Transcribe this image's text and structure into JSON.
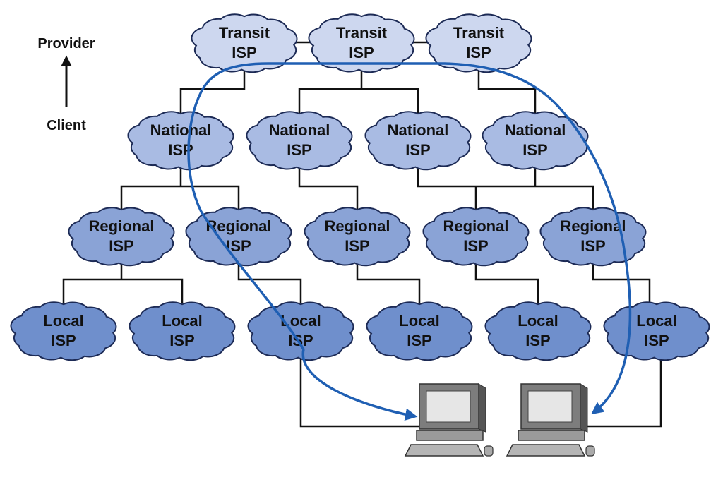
{
  "legend": {
    "top": "Provider",
    "bottom": "Client"
  },
  "colors": {
    "transit": "#cdd7ef",
    "national": "#a9bbe3",
    "regional": "#8aa3d6",
    "local": "#6f8fcc",
    "cloud_stroke": "#1c2a55",
    "route": "#1f5fb3"
  },
  "tiers": {
    "transit": [
      {
        "line1": "Transit",
        "line2": "ISP"
      },
      {
        "line1": "Transit",
        "line2": "ISP"
      },
      {
        "line1": "Transit",
        "line2": "ISP"
      }
    ],
    "national": [
      {
        "line1": "National",
        "line2": "ISP"
      },
      {
        "line1": "National",
        "line2": "ISP"
      },
      {
        "line1": "National",
        "line2": "ISP"
      },
      {
        "line1": "National",
        "line2": "ISP"
      }
    ],
    "regional": [
      {
        "line1": "Regional",
        "line2": "ISP"
      },
      {
        "line1": "Regional",
        "line2": "ISP"
      },
      {
        "line1": "Regional",
        "line2": "ISP"
      },
      {
        "line1": "Regional",
        "line2": "ISP"
      },
      {
        "line1": "Regional",
        "line2": "ISP"
      }
    ],
    "local": [
      {
        "line1": "Local",
        "line2": "ISP"
      },
      {
        "line1": "Local",
        "line2": "ISP"
      },
      {
        "line1": "Local",
        "line2": "ISP"
      },
      {
        "line1": "Local",
        "line2": "ISP"
      },
      {
        "line1": "Local",
        "line2": "ISP"
      },
      {
        "line1": "Local",
        "line2": "ISP"
      }
    ]
  },
  "computers": [
    {
      "icon": "desktop-computer-icon"
    },
    {
      "icon": "desktop-computer-icon"
    }
  ]
}
